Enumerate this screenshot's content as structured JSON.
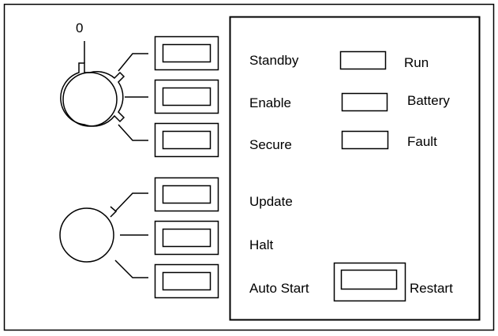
{
  "key_switch": {
    "position_marker": "0"
  },
  "status_panel": {
    "labels": {
      "standby": "Standby",
      "enable": "Enable",
      "secure": "Secure",
      "update": "Update",
      "halt": "Halt",
      "auto_start": "Auto Start",
      "run": "Run",
      "battery": "Battery",
      "fault": "Fault",
      "restart": "Restart"
    }
  },
  "colors": {
    "line": "#000000",
    "background": "#ffffff"
  }
}
